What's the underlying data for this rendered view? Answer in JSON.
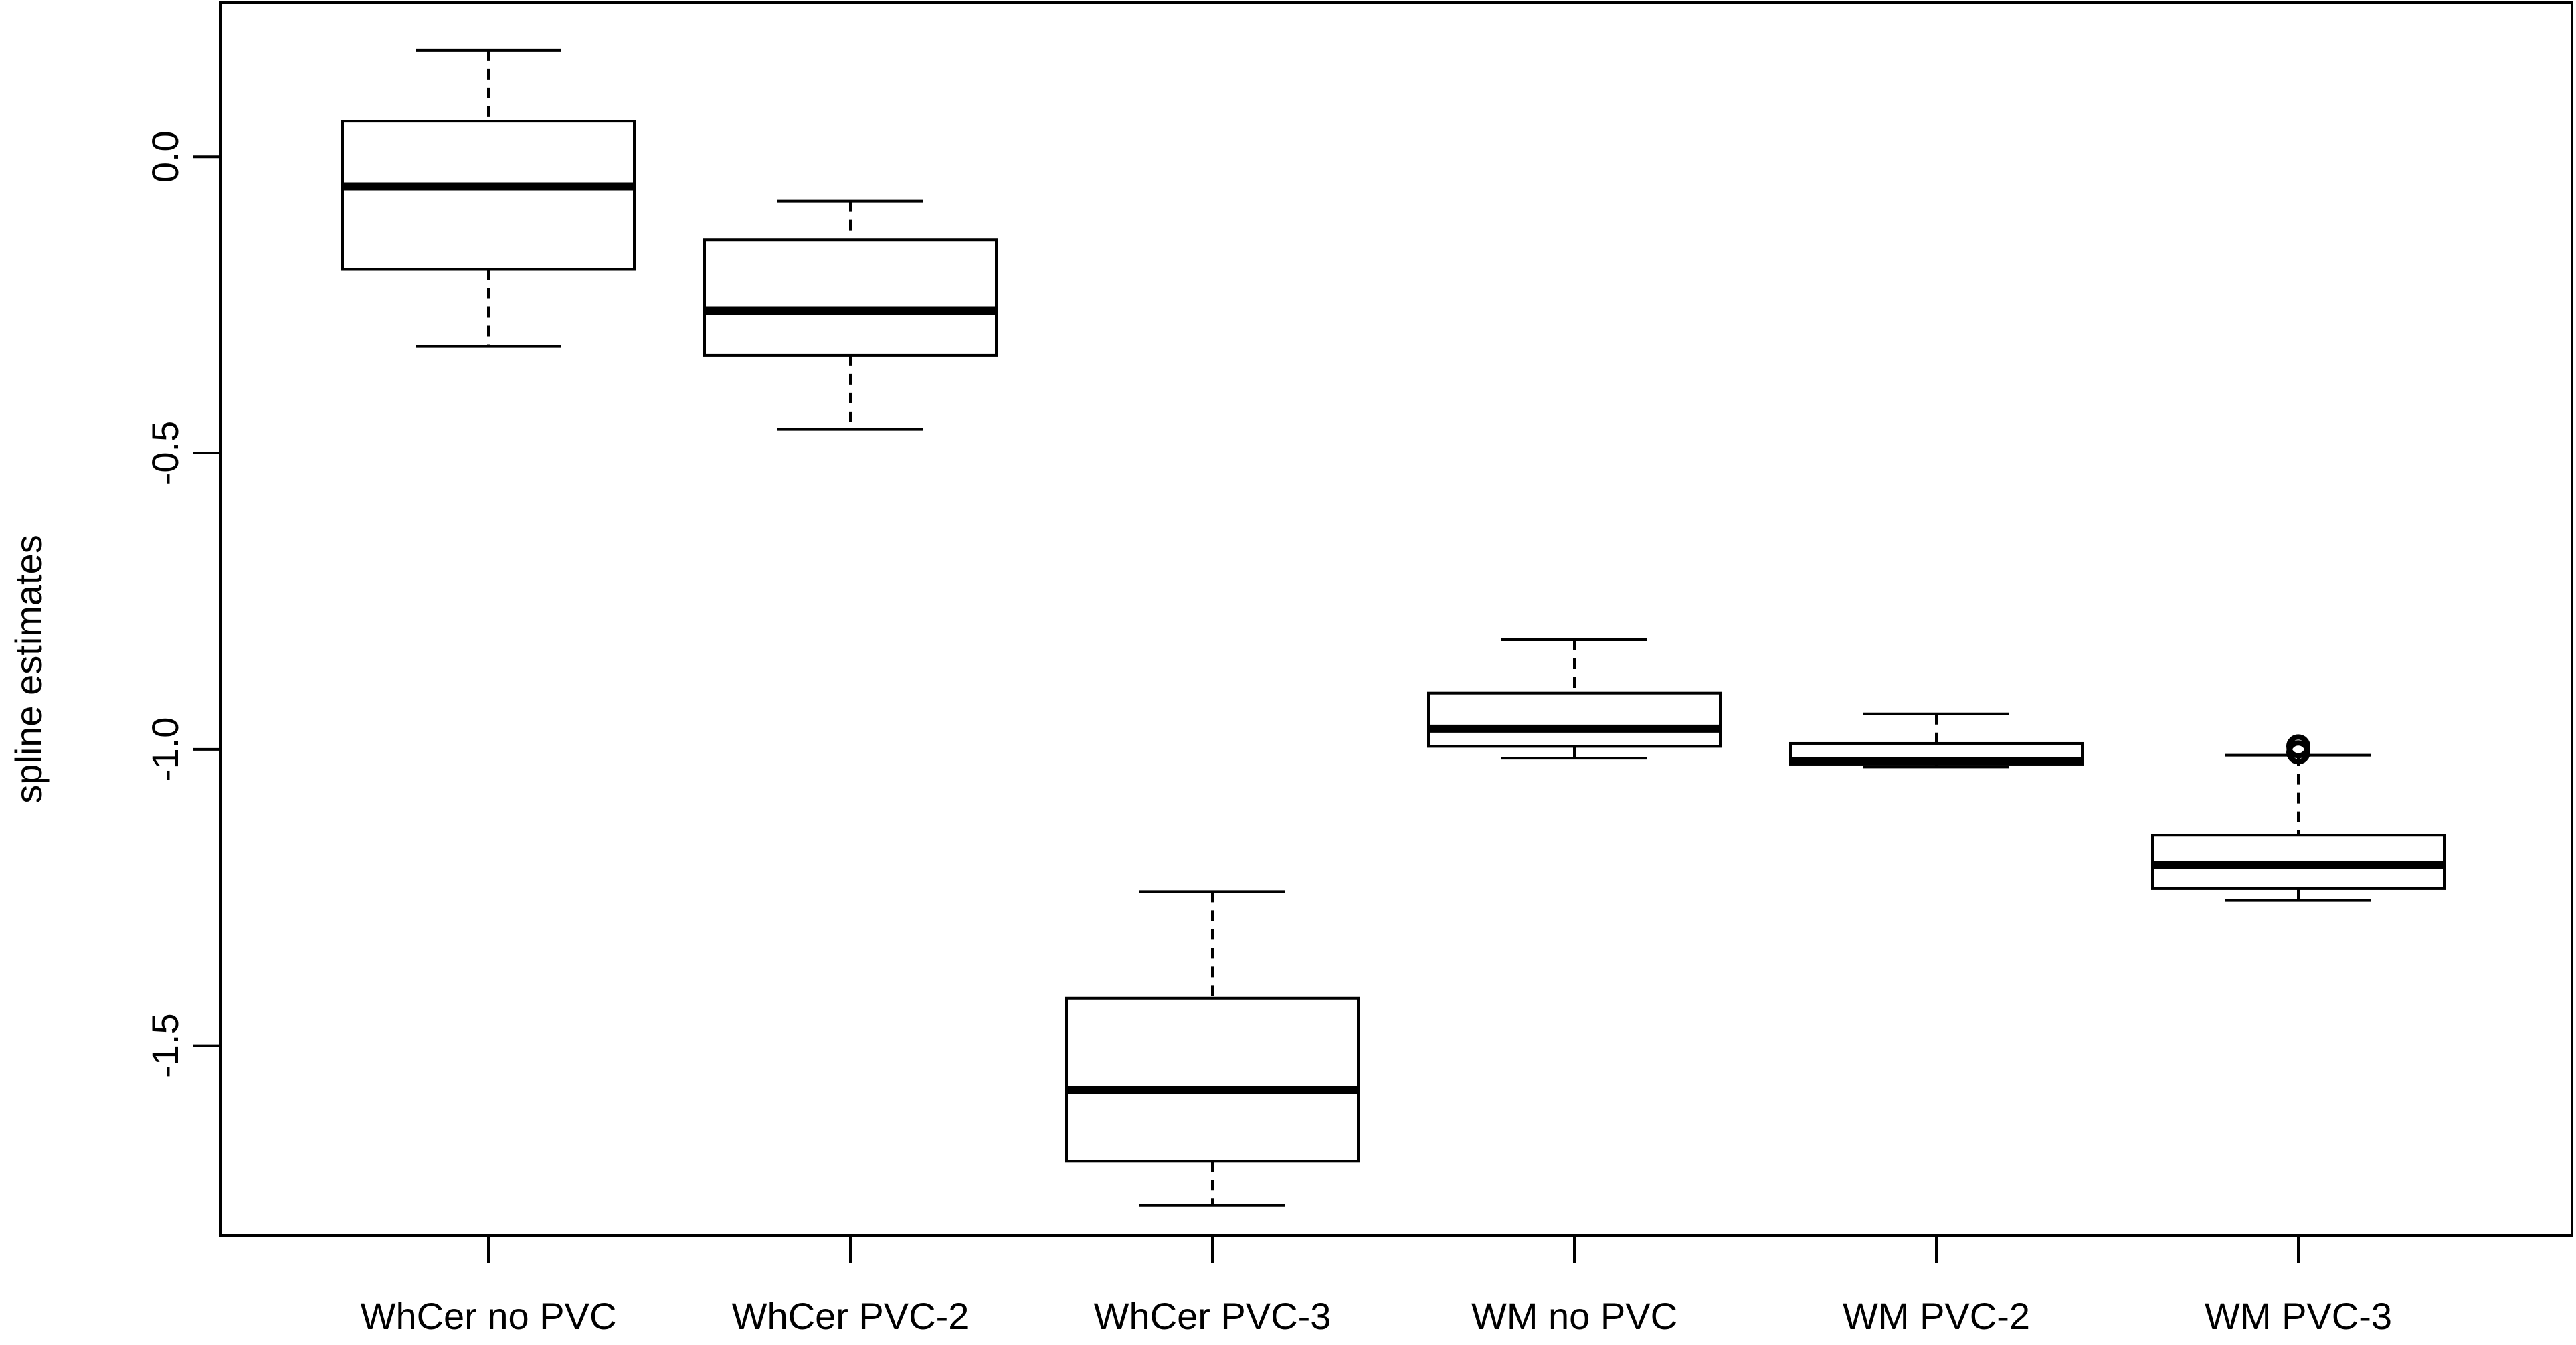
{
  "chart_data": {
    "type": "boxplot",
    "title": "",
    "xlabel": "",
    "ylabel": "spline estimates",
    "ylim": [
      -1.82,
      0.26
    ],
    "yticks": [
      0.0,
      -0.5,
      -1.0,
      -1.5
    ],
    "ytick_labels": [
      "0.0",
      "-0.5",
      "-1.0",
      "-1.5"
    ],
    "grid": false,
    "categories": [
      "WhCer no PVC",
      "WhCer PVC-2",
      "WhCer PVC-3",
      "WM no PVC",
      "WM PVC-2",
      "WM PVC-3"
    ],
    "boxes": [
      {
        "label": "WhCer no PVC",
        "whisker_low": -0.32,
        "q1": -0.19,
        "median": -0.05,
        "q3": 0.06,
        "whisker_high": 0.18,
        "outliers": []
      },
      {
        "label": "WhCer PVC-2",
        "whisker_low": -0.46,
        "q1": -0.335,
        "median": -0.26,
        "q3": -0.14,
        "whisker_high": -0.075,
        "outliers": []
      },
      {
        "label": "WhCer PVC-3",
        "whisker_low": -1.77,
        "q1": -1.695,
        "median": -1.575,
        "q3": -1.42,
        "whisker_high": -1.24,
        "outliers": []
      },
      {
        "label": "WM no PVC",
        "whisker_low": -1.015,
        "q1": -0.995,
        "median": -0.965,
        "q3": -0.905,
        "whisker_high": -0.815,
        "outliers": []
      },
      {
        "label": "WM PVC-2",
        "whisker_low": -1.03,
        "q1": -1.025,
        "median": -1.02,
        "q3": -0.99,
        "whisker_high": -0.94,
        "outliers": []
      },
      {
        "label": "WM PVC-3",
        "whisker_low": -1.255,
        "q1": -1.235,
        "median": -1.195,
        "q3": -1.145,
        "whisker_high": -1.01,
        "outliers": [
          -0.995,
          -1.005
        ]
      }
    ]
  }
}
